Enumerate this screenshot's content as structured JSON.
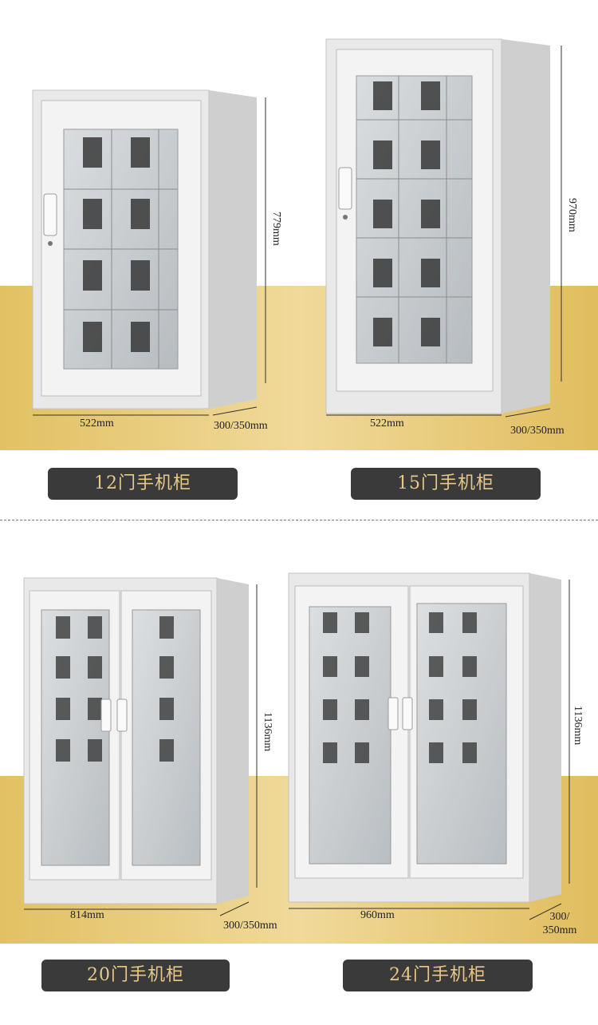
{
  "products": [
    {
      "name": "12门手机柜",
      "width_label": "522mm",
      "depth_label": "300/350mm",
      "height_label": "779mm"
    },
    {
      "name": "15门手机柜",
      "width_label": "522mm",
      "depth_label": "300/350mm",
      "height_label": "970mm"
    },
    {
      "name": "20门手机柜",
      "width_label": "814mm",
      "depth_label": "300/350mm",
      "height_label": "1136mm"
    },
    {
      "name": "24门手机柜",
      "width_label": "960mm",
      "depth_label_line1": "300/",
      "depth_label_line2": "350mm",
      "height_label": "1136mm"
    }
  ],
  "colors": {
    "gold_background": "#e5c66e",
    "label_background": "#3a3a3a",
    "label_text": "#e9c887",
    "cabinet_body": "#e6e6e6"
  }
}
